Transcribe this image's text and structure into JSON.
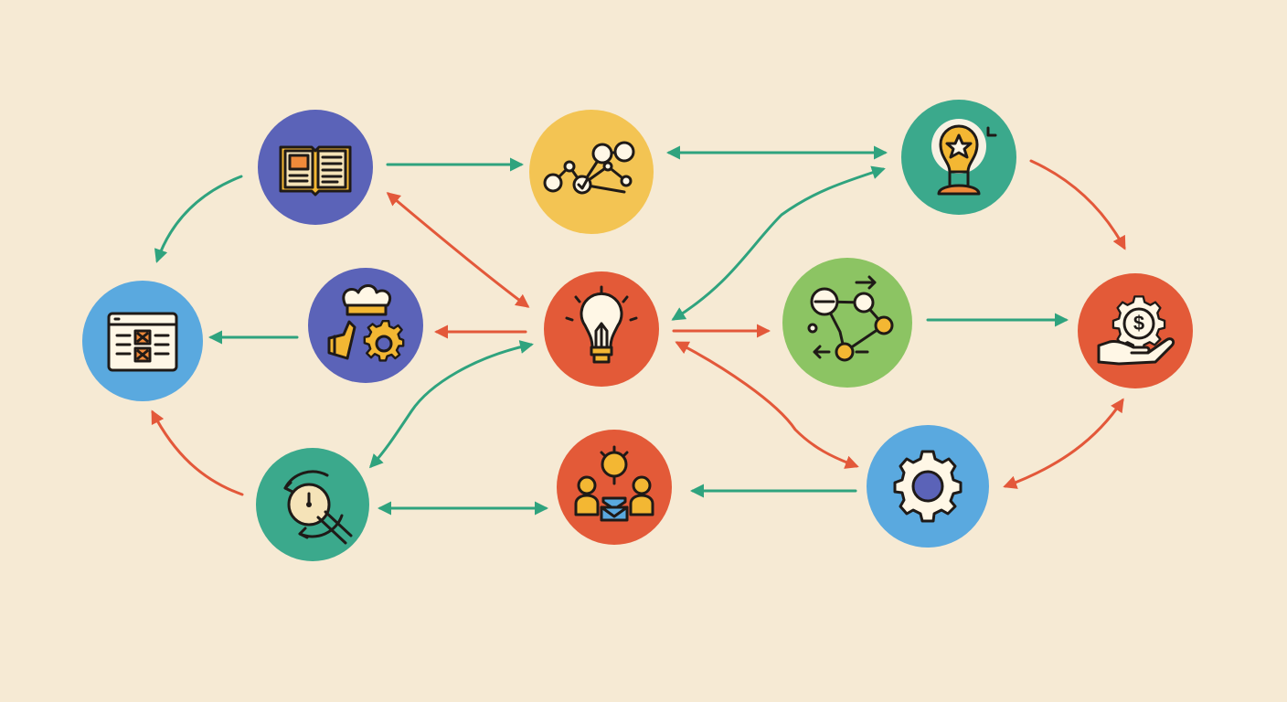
{
  "colors": {
    "background": "#f6ead4",
    "arrow_green": "#2fa37e",
    "arrow_red": "#e3583a",
    "indigo": "#5b63b8",
    "yellow": "#f3c453",
    "teal": "#3ba98c",
    "sky": "#5aa9df",
    "red_orange": "#e35a38",
    "green": "#8cc463",
    "ink": "#1f1a17",
    "icon_yellow": "#f3b733",
    "icon_orange": "#f08a3a"
  },
  "nodes": [
    {
      "id": "book",
      "icon": "open-book-icon",
      "fill": "indigo"
    },
    {
      "id": "network",
      "icon": "node-network-icon",
      "fill": "yellow"
    },
    {
      "id": "star-bulb",
      "icon": "star-lightbulb-icon",
      "fill": "teal"
    },
    {
      "id": "layout",
      "icon": "layout-window-icon",
      "fill": "sky"
    },
    {
      "id": "chef-gear",
      "icon": "chef-hat-gear-icon",
      "fill": "indigo"
    },
    {
      "id": "lightbulb",
      "icon": "lightbulb-icon",
      "fill": "red_orange"
    },
    {
      "id": "flow",
      "icon": "flow-path-icon",
      "fill": "green"
    },
    {
      "id": "money",
      "icon": "money-hand-icon",
      "fill": "red_orange"
    },
    {
      "id": "timer",
      "icon": "timer-cycle-icon",
      "fill": "teal"
    },
    {
      "id": "team",
      "icon": "team-idea-icon",
      "fill": "red_orange"
    },
    {
      "id": "gear",
      "icon": "gear-icon",
      "fill": "sky"
    }
  ],
  "arrows": [
    {
      "from": "book",
      "to": "network",
      "color": "arrow_green",
      "direction": "forward"
    },
    {
      "from": "network",
      "to": "star-bulb",
      "color": "arrow_green",
      "direction": "both"
    },
    {
      "from": "book",
      "to": "layout",
      "color": "arrow_green",
      "direction": "forward"
    },
    {
      "from": "book",
      "to": "lightbulb",
      "color": "arrow_red",
      "direction": "both"
    },
    {
      "from": "chef-gear",
      "to": "layout",
      "color": "arrow_green",
      "direction": "forward"
    },
    {
      "from": "lightbulb",
      "to": "chef-gear",
      "color": "arrow_red",
      "direction": "forward"
    },
    {
      "from": "lightbulb",
      "to": "star-bulb",
      "color": "arrow_green",
      "direction": "both"
    },
    {
      "from": "lightbulb",
      "to": "flow",
      "color": "arrow_red",
      "direction": "forward"
    },
    {
      "from": "lightbulb",
      "to": "gear",
      "color": "arrow_red",
      "direction": "both"
    },
    {
      "from": "lightbulb",
      "to": "timer",
      "color": "arrow_green",
      "direction": "both"
    },
    {
      "from": "flow",
      "to": "money",
      "color": "arrow_green",
      "direction": "forward"
    },
    {
      "from": "star-bulb",
      "to": "money",
      "color": "arrow_red",
      "direction": "forward"
    },
    {
      "from": "money",
      "to": "gear",
      "color": "arrow_red",
      "direction": "both"
    },
    {
      "from": "gear",
      "to": "team",
      "color": "arrow_green",
      "direction": "forward"
    },
    {
      "from": "timer",
      "to": "team",
      "color": "arrow_green",
      "direction": "both"
    },
    {
      "from": "timer",
      "to": "layout",
      "color": "arrow_red",
      "direction": "forward"
    }
  ]
}
